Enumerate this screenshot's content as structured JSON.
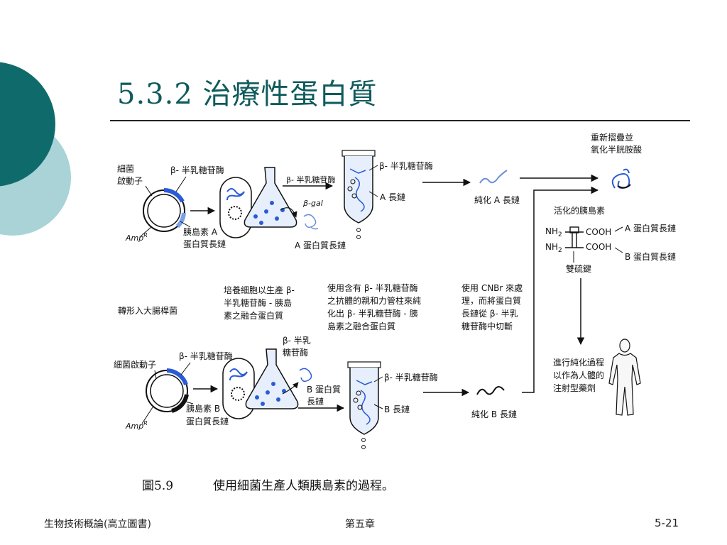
{
  "slide": {
    "title": "5.3.2  治療性蛋白質",
    "footer_left": "生物技術概論(高立圖書)",
    "footer_center": "第五章",
    "footer_right": "5-21"
  },
  "figure": {
    "labels": {
      "promoter_a_1": "細菌",
      "promoter_a_2": "啟動子",
      "beta_gal_a": "β- 半乳糖苷酶",
      "ampr_a": "AmpR",
      "insulin_a_1": "胰島素 A",
      "insulin_a_2": "蛋白質長鏈",
      "beta_gal_flask_a": "β- 半乳糖苷酶",
      "beta_gal_short": "β-gal",
      "a_chain_protein": "A 蛋白質長鏈",
      "beta_gal_column_a": "β- 半乳糖苷酶",
      "a_chain": "A 長鏈",
      "purified_a": "純化 A 長鏈",
      "refold_1": "重新摺疊並",
      "refold_2": "氧化半胱胺酸",
      "activated_insulin": "活化的胰島素",
      "nh2_1": "NH",
      "nh2_2": "NH",
      "cooh_1": "COOH",
      "cooh_2": "COOH",
      "a_chain_protein_right": "A 蛋白質長鏈",
      "b_chain_protein_right": "B 蛋白質長鏈",
      "disulfide": "雙硫鍵",
      "transform": "轉形入大腸桿菌",
      "culture_1": "培養細胞以生產 β-",
      "culture_2": "半乳糖苷酶 - 胰島",
      "culture_3": "素之融合蛋白質",
      "affinity_1": "使用含有 β- 半乳糖苷酶",
      "affinity_2": "之抗體的親和力管柱來純",
      "affinity_3": "化出 β- 半乳糖苷酶 - 胰",
      "affinity_4": "島素之融合蛋白質",
      "cnbr_1": "使用 CNBr 來處",
      "cnbr_2": "理，而將蛋白質",
      "cnbr_3": "長鏈從 β- 半乳",
      "cnbr_4": "糖苷酶中切斷",
      "promoter_b": "細菌啟動子",
      "beta_gal_b": "β- 半乳糖苷酶",
      "ampr_b": "AmpR",
      "insulin_b_1": "胰島素 B",
      "insulin_b_2": "蛋白質長鏈",
      "beta_gal_flask_b_1": "β- 半乳",
      "beta_gal_flask_b_2": "糖苷酶",
      "b_chain_protein_1": "B 蛋白質",
      "b_chain_protein_2": "長鏈",
      "beta_gal_column_b": "β- 半乳糖苷酶",
      "b_chain": "B 長鏈",
      "purified_b": "純化 B 長鏈",
      "final_1": "進行純化過程",
      "final_2": "以作為人體的",
      "final_3": "注射型藥劑"
    }
  },
  "caption": {
    "number": "圖5.9",
    "text": "使用細菌生產人類胰島素的過程。"
  }
}
